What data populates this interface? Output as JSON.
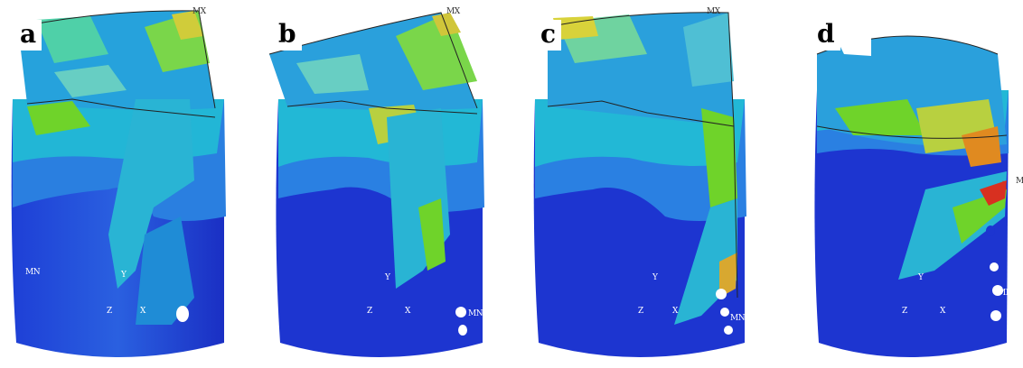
{
  "panels": [
    {
      "label": "a",
      "mx": "MX",
      "mn": "MN",
      "axes": {
        "y": "Y",
        "z": "Z",
        "x": "X"
      }
    },
    {
      "label": "b",
      "mx": "MX",
      "mn": "MN",
      "axes": {
        "y": "Y",
        "z": "Z",
        "x": "X"
      }
    },
    {
      "label": "c",
      "mx": "MX",
      "mn": "MN",
      "axes": {
        "y": "Y",
        "z": "Z",
        "x": "X"
      }
    },
    {
      "label": "d",
      "mx": "MX",
      "mn": "MN",
      "axes": {
        "y": "Y",
        "z": "Z",
        "x": "X"
      }
    }
  ],
  "colors": {
    "blue": "#1a2fd0",
    "cyan": "#22c6d8",
    "teal": "#1fa8c8",
    "green": "#6fd32a",
    "yellow": "#d8d23a",
    "orange": "#e08a20",
    "red": "#d83020"
  }
}
